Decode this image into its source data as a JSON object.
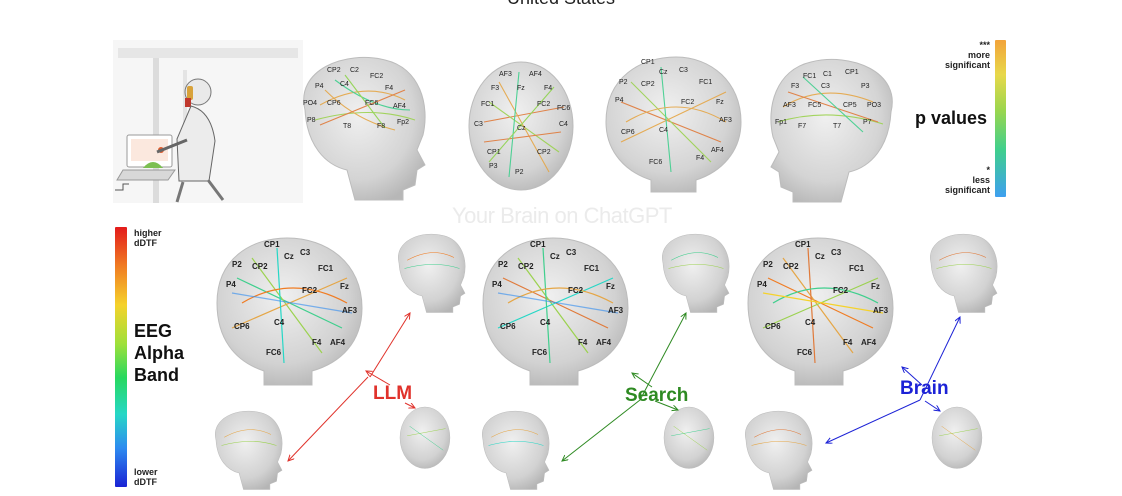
{
  "header": {
    "title_fragment": "United States"
  },
  "watermark": "Your Brain on ChatGPT",
  "p_scale": {
    "title": "p values",
    "top_stars": "***",
    "top_line1": "more",
    "top_line2": "significant",
    "bottom_stars": "*",
    "bottom_line1": "less",
    "bottom_line2": "significant",
    "colors": [
      "#f2a33a",
      "#e8d84a",
      "#9ad64e",
      "#3fcf8d",
      "#3ea0f0"
    ]
  },
  "dtf_scale": {
    "top_line1": "higher",
    "top_line2": "dDTF",
    "band_line1": "EEG",
    "band_line2": "Alpha",
    "band_line3": "Band",
    "bottom_line1": "lower",
    "bottom_line2": "dDTF",
    "colors": [
      "#e31b1b",
      "#f07c23",
      "#f5d22b",
      "#9ee03a",
      "#27d85f",
      "#26d7c6",
      "#2d8bf0",
      "#1a22d4"
    ]
  },
  "groups": [
    {
      "label": "LLM",
      "color": "#e0322b"
    },
    {
      "label": "Search",
      "color": "#2e8a22"
    },
    {
      "label": "Brain",
      "color": "#1c22d6"
    }
  ]
}
